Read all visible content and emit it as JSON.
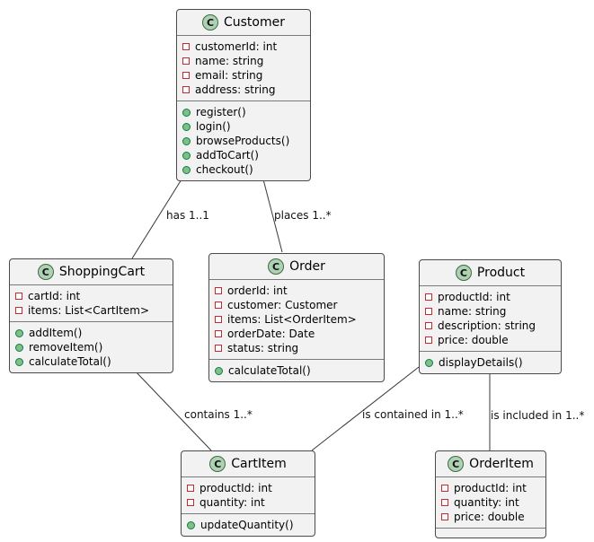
{
  "diagram": {
    "kind": "uml-class-diagram",
    "circle_letter": "C",
    "colors": {
      "box_fill": "#f2f2f2",
      "box_border": "#4a4a4a",
      "class_circle_fill": "#add1b2",
      "field_icon_border": "#c82930",
      "method_icon_fill": "#84be84",
      "method_icon_border": "#038048",
      "edge_color": "#383838"
    },
    "classes": [
      {
        "name": "Customer",
        "attributes": [
          "customerId: int",
          "name: string",
          "email: string",
          "address: string"
        ],
        "methods": [
          "register()",
          "login()",
          "browseProducts()",
          "addToCart()",
          "checkout()"
        ]
      },
      {
        "name": "ShoppingCart",
        "attributes": [
          "cartId: int",
          "items: List<CartItem>"
        ],
        "methods": [
          "addItem()",
          "removeItem()",
          "calculateTotal()"
        ]
      },
      {
        "name": "Order",
        "attributes": [
          "orderId: int",
          "customer: Customer",
          "items: List<OrderItem>",
          "orderDate: Date",
          "status: string"
        ],
        "methods": [
          "calculateTotal()"
        ]
      },
      {
        "name": "Product",
        "attributes": [
          "productId: int",
          "name: string",
          "description: string",
          "price: double"
        ],
        "methods": [
          "displayDetails()"
        ]
      },
      {
        "name": "CartItem",
        "attributes": [
          "productId: int",
          "quantity: int"
        ],
        "methods": [
          "updateQuantity()"
        ]
      },
      {
        "name": "OrderItem",
        "attributes": [
          "productId: int",
          "quantity: int",
          "price: double"
        ],
        "methods": []
      }
    ],
    "edges": [
      {
        "from": "Customer",
        "to": "ShoppingCart",
        "label": "has 1..1"
      },
      {
        "from": "Customer",
        "to": "Order",
        "label": "places 1..*"
      },
      {
        "from": "ShoppingCart",
        "to": "CartItem",
        "label": "contains 1..*"
      },
      {
        "from": "Product",
        "to": "CartItem",
        "label": "is contained in 1..*"
      },
      {
        "from": "Product",
        "to": "OrderItem",
        "label": "is included in 1..*"
      }
    ]
  }
}
